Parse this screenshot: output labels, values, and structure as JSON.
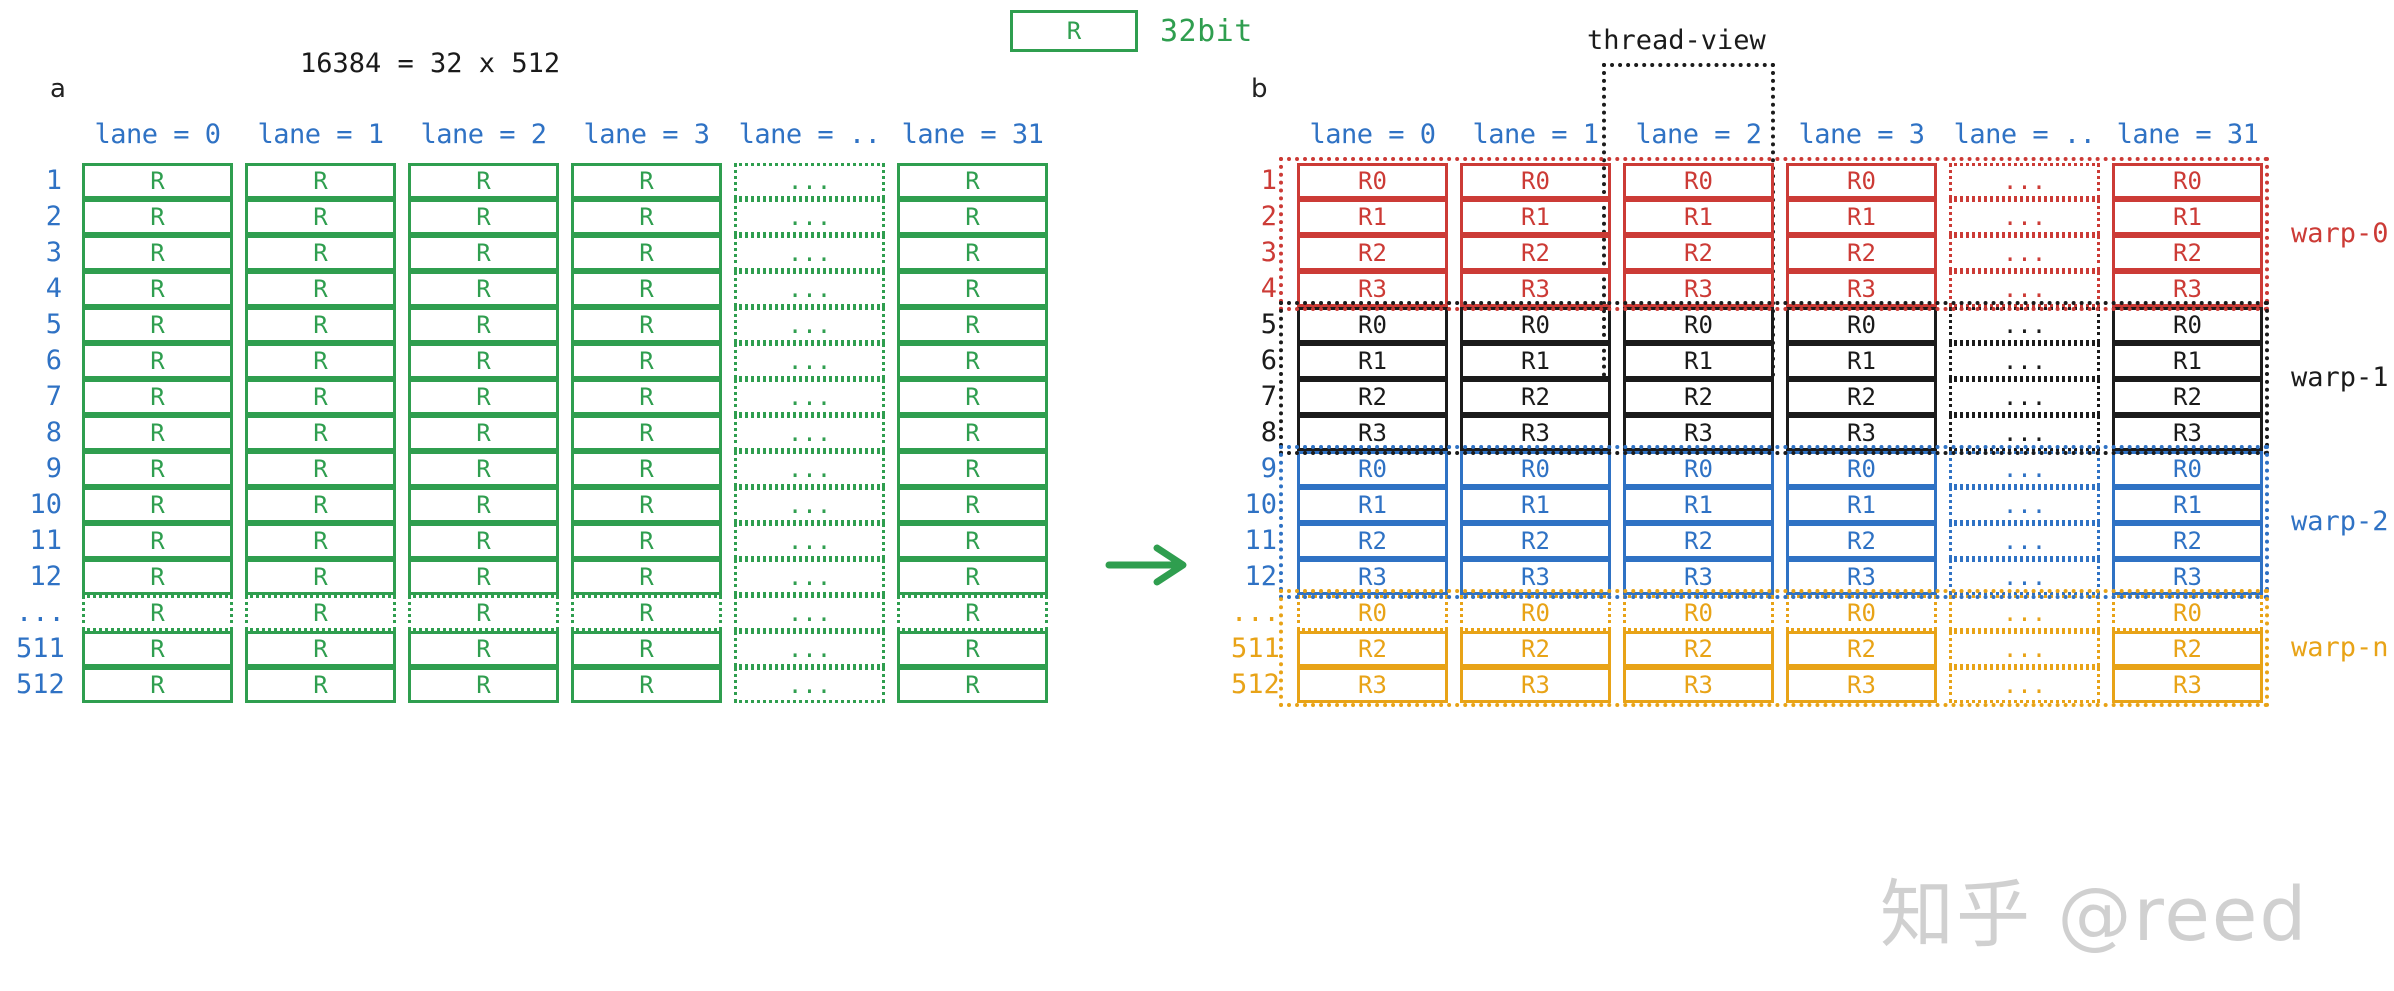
{
  "legend": {
    "box_text": "R",
    "label": "32bit",
    "color": "#2f9e4f"
  },
  "panel_a": {
    "letter": "a",
    "title": "16384 = 32 x 512",
    "cell_color": "#2f9e4f",
    "label_color": "#2f72c4",
    "columns": [
      "lane = 0",
      "lane = 1",
      "lane = 2",
      "lane = 3",
      "lane = ..",
      "lane = 31"
    ],
    "rows": [
      {
        "label": "1",
        "dotted": false,
        "cells": [
          "R",
          "R",
          "R",
          "R",
          "...",
          "R"
        ]
      },
      {
        "label": "2",
        "dotted": false,
        "cells": [
          "R",
          "R",
          "R",
          "R",
          "...",
          "R"
        ]
      },
      {
        "label": "3",
        "dotted": false,
        "cells": [
          "R",
          "R",
          "R",
          "R",
          "...",
          "R"
        ]
      },
      {
        "label": "4",
        "dotted": false,
        "cells": [
          "R",
          "R",
          "R",
          "R",
          "...",
          "R"
        ]
      },
      {
        "label": "5",
        "dotted": false,
        "cells": [
          "R",
          "R",
          "R",
          "R",
          "...",
          "R"
        ]
      },
      {
        "label": "6",
        "dotted": false,
        "cells": [
          "R",
          "R",
          "R",
          "R",
          "...",
          "R"
        ]
      },
      {
        "label": "7",
        "dotted": false,
        "cells": [
          "R",
          "R",
          "R",
          "R",
          "...",
          "R"
        ]
      },
      {
        "label": "8",
        "dotted": false,
        "cells": [
          "R",
          "R",
          "R",
          "R",
          "...",
          "R"
        ]
      },
      {
        "label": "9",
        "dotted": false,
        "cells": [
          "R",
          "R",
          "R",
          "R",
          "...",
          "R"
        ]
      },
      {
        "label": "10",
        "dotted": false,
        "cells": [
          "R",
          "R",
          "R",
          "R",
          "...",
          "R"
        ]
      },
      {
        "label": "11",
        "dotted": false,
        "cells": [
          "R",
          "R",
          "R",
          "R",
          "...",
          "R"
        ]
      },
      {
        "label": "12",
        "dotted": false,
        "cells": [
          "R",
          "R",
          "R",
          "R",
          "...",
          "R"
        ]
      },
      {
        "label": "...",
        "dotted": true,
        "cells": [
          "R",
          "R",
          "R",
          "R",
          "...",
          "R"
        ]
      },
      {
        "label": "511",
        "dotted": false,
        "cells": [
          "R",
          "R",
          "R",
          "R",
          "...",
          "R"
        ]
      },
      {
        "label": "512",
        "dotted": false,
        "cells": [
          "R",
          "R",
          "R",
          "R",
          "...",
          "R"
        ]
      }
    ]
  },
  "panel_b": {
    "letter": "b",
    "threadview_label": "thread-view",
    "columns": [
      "lane = 0",
      "lane = 1",
      "lane = 2",
      "lane = 3",
      "lane = ..",
      "lane = 31"
    ],
    "warps": [
      {
        "name": "warp-0",
        "color": "#cc3b36",
        "color_class": "c-red",
        "box_class": "red",
        "rows": [
          {
            "label": "1",
            "dotted": false,
            "cells": [
              "R0",
              "R0",
              "R0",
              "R0",
              "...",
              "R0"
            ]
          },
          {
            "label": "2",
            "dotted": false,
            "cells": [
              "R1",
              "R1",
              "R1",
              "R1",
              "...",
              "R1"
            ]
          },
          {
            "label": "3",
            "dotted": false,
            "cells": [
              "R2",
              "R2",
              "R2",
              "R2",
              "...",
              "R2"
            ]
          },
          {
            "label": "4",
            "dotted": false,
            "cells": [
              "R3",
              "R3",
              "R3",
              "R3",
              "...",
              "R3"
            ]
          }
        ]
      },
      {
        "name": "warp-1",
        "color": "#1b1b1b",
        "color_class": "c-black",
        "box_class": "black",
        "rows": [
          {
            "label": "5",
            "dotted": false,
            "cells": [
              "R0",
              "R0",
              "R0",
              "R0",
              "...",
              "R0"
            ]
          },
          {
            "label": "6",
            "dotted": false,
            "cells": [
              "R1",
              "R1",
              "R1",
              "R1",
              "...",
              "R1"
            ]
          },
          {
            "label": "7",
            "dotted": false,
            "cells": [
              "R2",
              "R2",
              "R2",
              "R2",
              "...",
              "R2"
            ]
          },
          {
            "label": "8",
            "dotted": false,
            "cells": [
              "R3",
              "R3",
              "R3",
              "R3",
              "...",
              "R3"
            ]
          }
        ]
      },
      {
        "name": "warp-2",
        "color": "#2f72c4",
        "color_class": "c-blue",
        "box_class": "blue",
        "rows": [
          {
            "label": "9",
            "dotted": false,
            "cells": [
              "R0",
              "R0",
              "R0",
              "R0",
              "...",
              "R0"
            ]
          },
          {
            "label": "10",
            "dotted": false,
            "cells": [
              "R1",
              "R1",
              "R1",
              "R1",
              "...",
              "R1"
            ]
          },
          {
            "label": "11",
            "dotted": false,
            "cells": [
              "R2",
              "R2",
              "R2",
              "R2",
              "...",
              "R2"
            ]
          },
          {
            "label": "12",
            "dotted": false,
            "cells": [
              "R3",
              "R3",
              "R3",
              "R3",
              "...",
              "R3"
            ]
          }
        ]
      },
      {
        "name": "warp-n",
        "color": "#e8a317",
        "color_class": "c-orange",
        "box_class": "orange",
        "rows": [
          {
            "label": "...",
            "dotted": true,
            "cells": [
              "R0",
              "R0",
              "R0",
              "R0",
              "...",
              "R0"
            ]
          },
          {
            "label": "511",
            "dotted": false,
            "cells": [
              "R2",
              "R2",
              "R2",
              "R2",
              "...",
              "R2"
            ]
          },
          {
            "label": "512",
            "dotted": false,
            "cells": [
              "R3",
              "R3",
              "R3",
              "R3",
              "...",
              "R3"
            ]
          }
        ]
      }
    ]
  },
  "arrow": {
    "color": "#2f9e4f"
  },
  "watermark": {
    "text": "知乎 @reed"
  }
}
